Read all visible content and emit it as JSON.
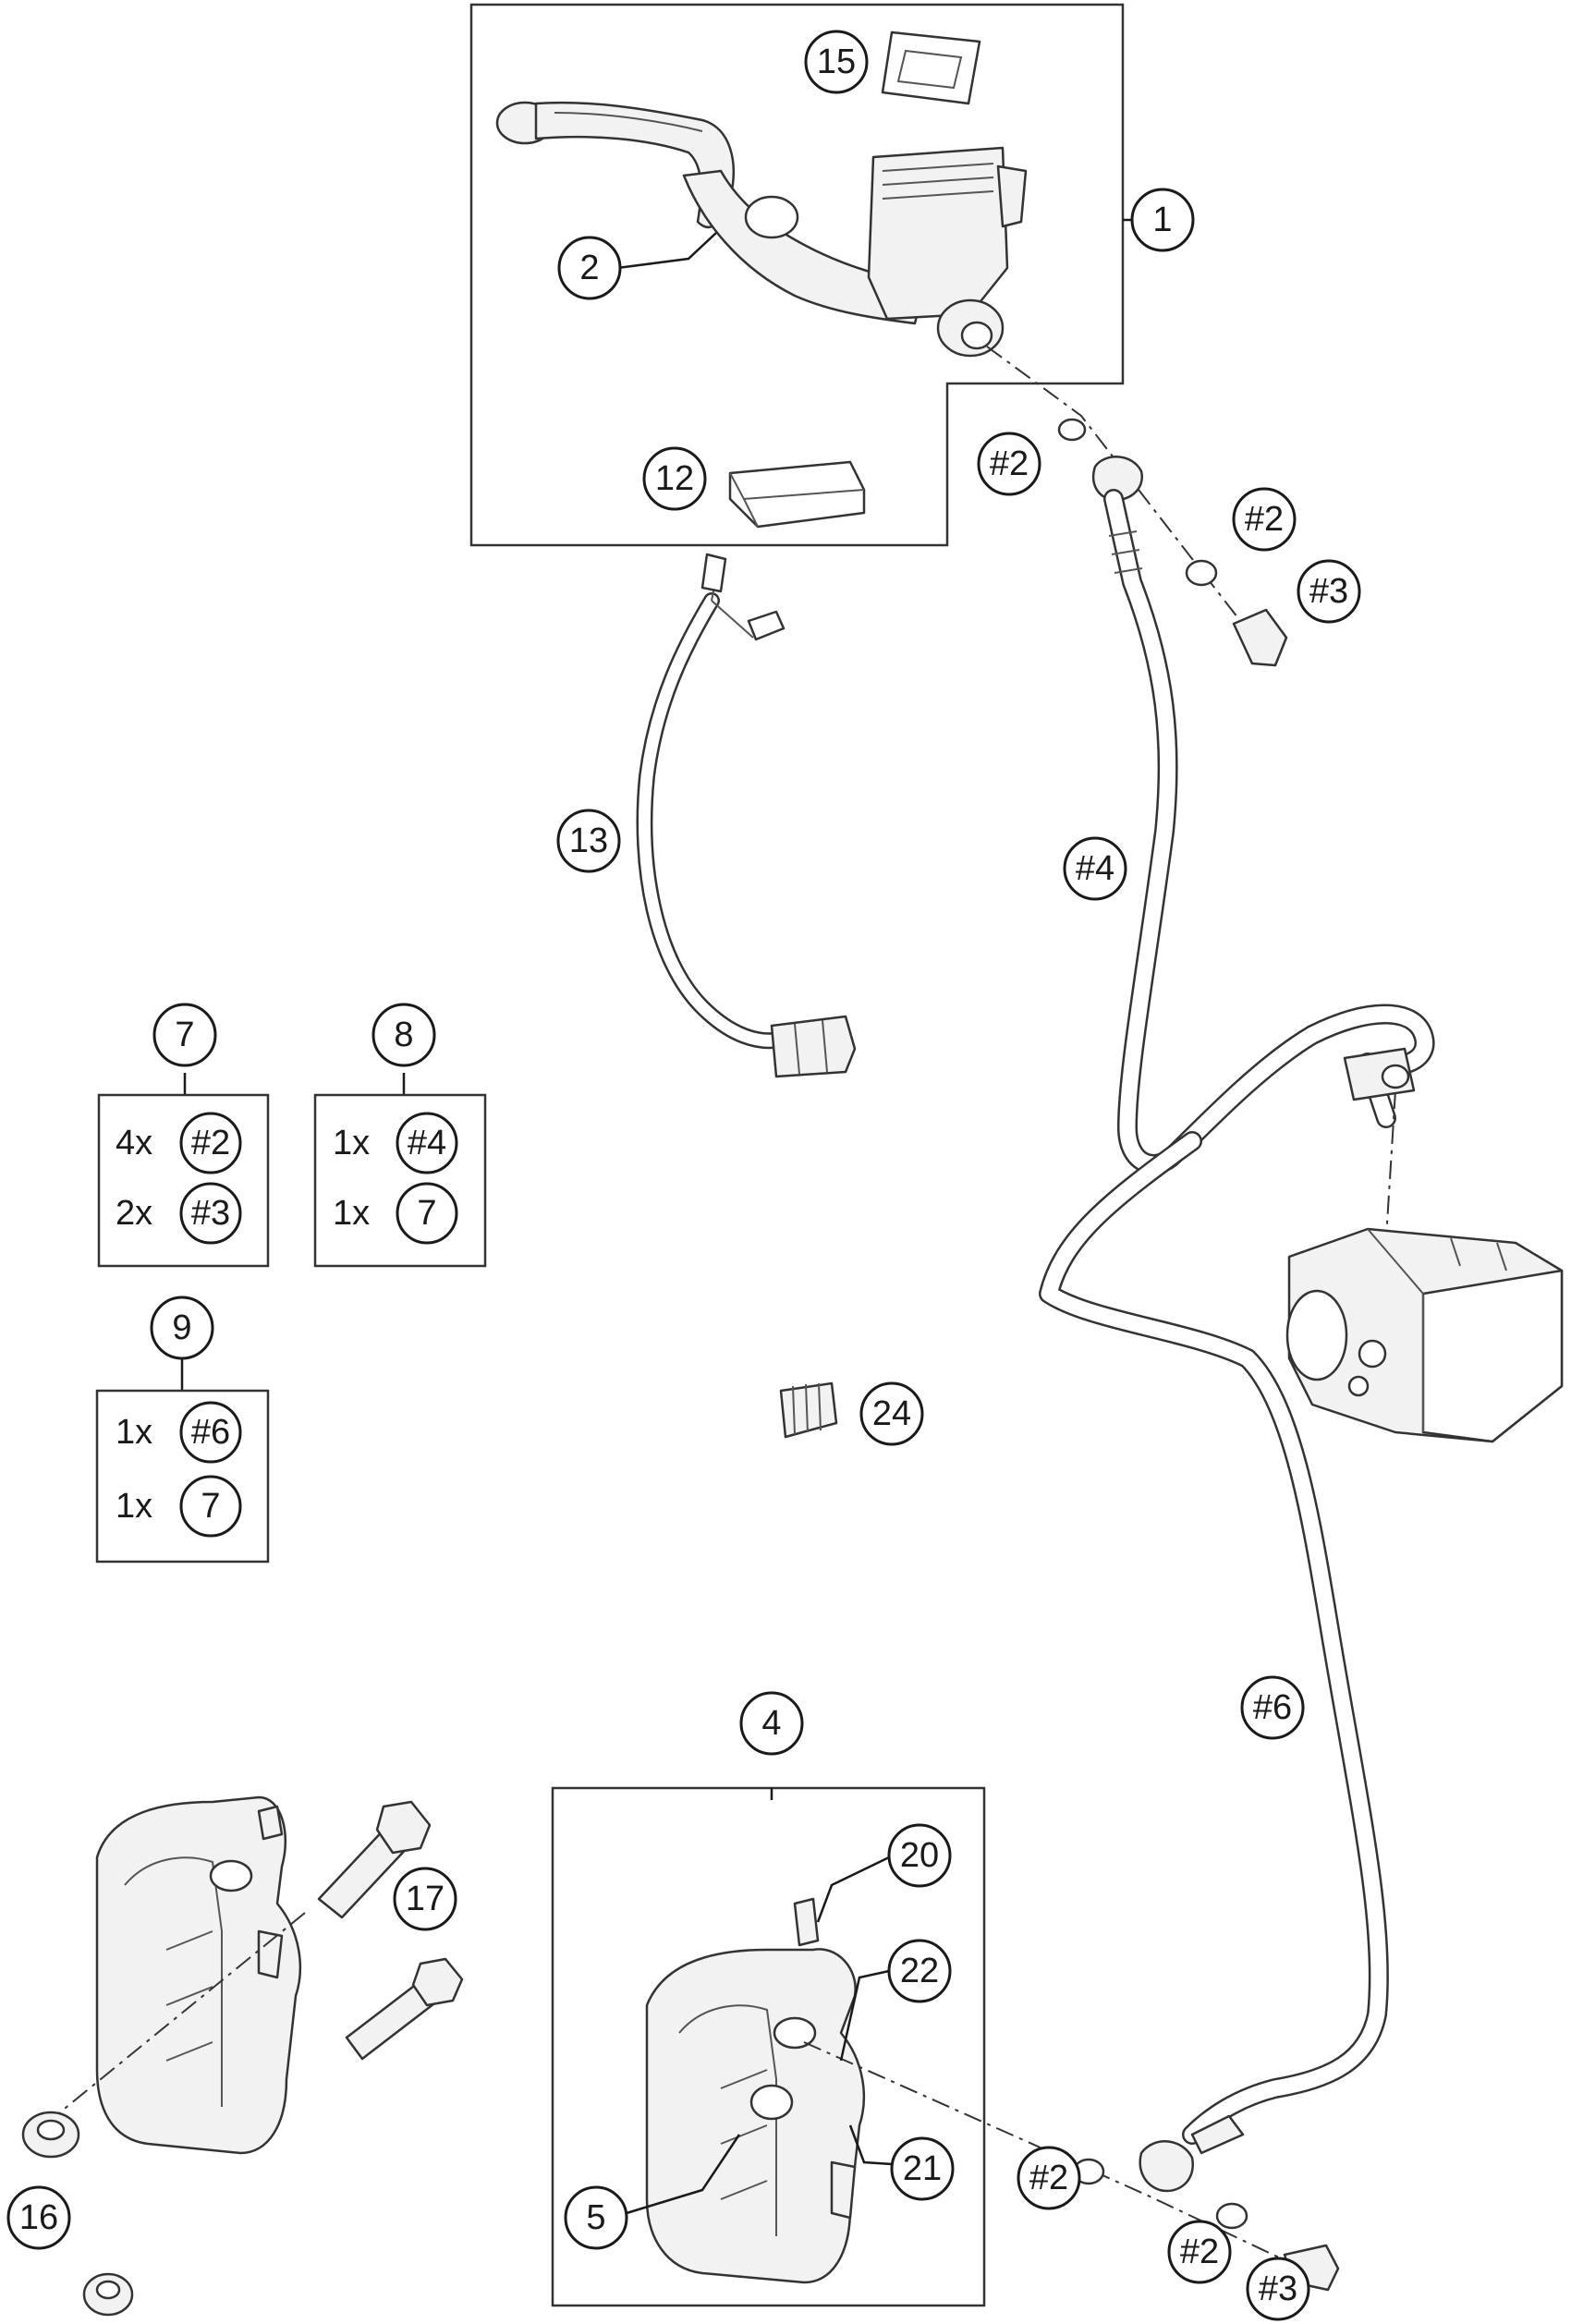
{
  "diagram": {
    "callouts": {
      "c1": "1",
      "c2": "2",
      "c4": "4",
      "c5": "5",
      "c7": "7",
      "c8": "8",
      "c9": "9",
      "c12": "12",
      "c13": "13",
      "c15": "15",
      "c16": "16",
      "c17": "17",
      "c20": "20",
      "c21": "21",
      "c22": "22",
      "c24": "24",
      "h2_upper": "#2",
      "h2_banjo": "#2",
      "h3_upper": "#3",
      "h4": "#4",
      "h6": "#6",
      "h2_caliper": "#2",
      "h2_lower": "#2",
      "h3_lower": "#3"
    },
    "kits": [
      {
        "id": "7",
        "lines": [
          {
            "qty": "4x",
            "ref": "#2"
          },
          {
            "qty": "2x",
            "ref": "#3"
          }
        ]
      },
      {
        "id": "8",
        "lines": [
          {
            "qty": "1x",
            "ref": "#4"
          },
          {
            "qty": "1x",
            "ref": "7"
          }
        ]
      },
      {
        "id": "9",
        "lines": [
          {
            "qty": "1x",
            "ref": "#6"
          },
          {
            "qty": "1x",
            "ref": "7"
          }
        ]
      }
    ]
  }
}
